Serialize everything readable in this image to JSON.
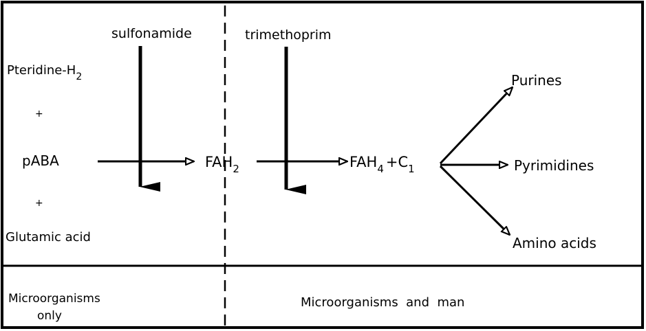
{
  "inhibitors": {
    "sulfonamide": "sulfonamide",
    "trimethoprim": "trimethoprim"
  },
  "substrates": {
    "pteridine": "Pteridine-H",
    "pteridine_sub": "2",
    "plus_1": "+",
    "paba": "pABA",
    "plus_2": "+",
    "glutamic": "Glutamic acid"
  },
  "intermediates": {
    "fah2": "FAH",
    "fah2_sub": "2",
    "fah4": "FAH",
    "fah4_sub": "4",
    "plus_c": "+C",
    "c_sub": "1"
  },
  "products": {
    "purines": "Purines",
    "pyrimidines": "Pyrimidines",
    "amino_acids": "Amino acids"
  },
  "footer": {
    "left_line1": "Microorganisms",
    "left_line2": "only",
    "right": "Microorganisms  and  man"
  }
}
